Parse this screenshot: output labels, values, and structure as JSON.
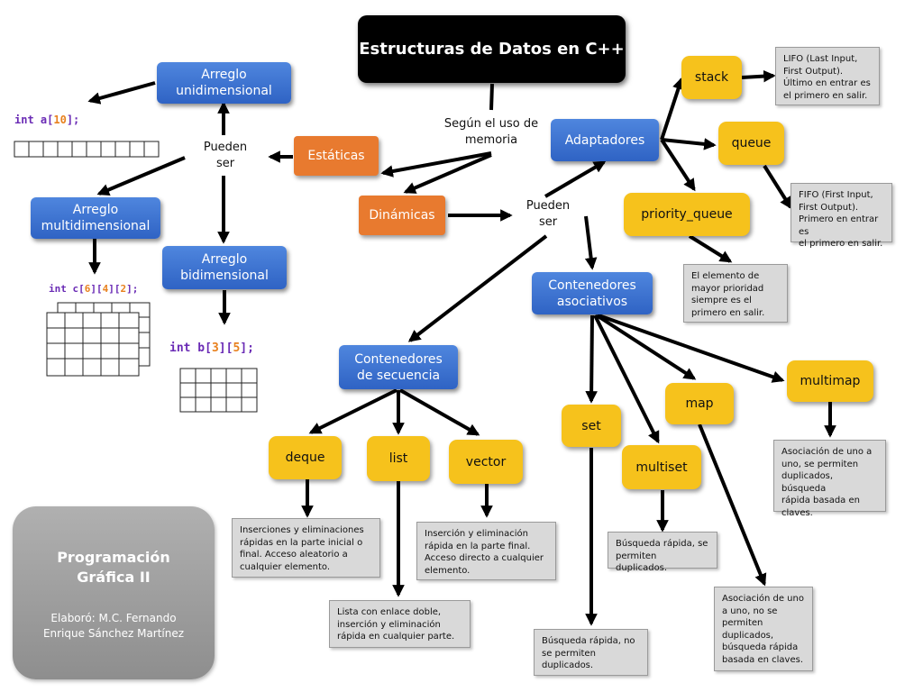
{
  "title": "Estructuras de Datos en C++",
  "labels": {
    "segun_uso": "Según el uso de\nmemoria",
    "pueden_ser_left": "Pueden\nser",
    "pueden_ser_right": "Pueden\nser"
  },
  "nodes": {
    "estaticas": "Estáticas",
    "dinamicas": "Dinámicas",
    "arreglo_uni": "Arreglo\nunidimensional",
    "arreglo_multi": "Arreglo\nmultidimensional",
    "arreglo_bi": "Arreglo\nbidimensional",
    "adaptadores": "Adaptadores",
    "cont_secuencia": "Contenedores\nde secuencia",
    "cont_asociativos": "Contenedores\nasociativos",
    "stack": "stack",
    "queue": "queue",
    "priority_queue": "priority_queue",
    "deque": "deque",
    "list": "list",
    "vector": "vector",
    "set": "set",
    "multiset": "multiset",
    "map": "map",
    "multimap": "multimap"
  },
  "notes": {
    "stack": "LIFO (Last Input,\nFirst Output).\nÚltimo en entrar es\nel primero en salir.",
    "queue": "FIFO (First Input,\nFirst Output).\nPrimero en entrar es\nel primero en salir.",
    "priority_queue": "El elemento de\nmayor prioridad\nsiempre es el\nprimero en salir.",
    "deque": "Inserciones y eliminaciones\nrápidas en la parte inicial o\nfinal. Acceso aleatorio a\ncualquier elemento.",
    "list": "Lista con enlace doble,\ninserción y eliminación\nrápida en cualquier parte.",
    "vector": "Inserción y eliminación\nrápida en la parte final.\nAcceso directo a cualquier\nelemento.",
    "set": "Búsqueda rápida, no\nse permiten\nduplicados.",
    "multiset": "Búsqueda rápida, se\npermiten duplicados.",
    "map": "Asociación de uno\na uno, no se\npermiten\nduplicados,\nbúsqueda rápida\nbasada en claves.",
    "multimap": "Asociación de uno a\nuno, se permiten\nduplicados, búsqueda\nrápida basada en\nclaves."
  },
  "code": {
    "a_kw": "int a[",
    "a_n": "10",
    "a_end": "];",
    "c_kw": "int c[",
    "c_n1": "6",
    "c_mid1": "][",
    "c_n2": "4",
    "c_mid2": "][",
    "c_n3": "2",
    "c_end": "];",
    "b_kw": "int b[",
    "b_n1": "3",
    "b_mid": "][",
    "b_n2": "5",
    "b_end": "];"
  },
  "credit": {
    "course": "Programación\nGráfica II",
    "author": "Elaboró: M.C. Fernando\nEnrique Sánchez Martínez"
  },
  "colors": {
    "title_bg": "#000000",
    "blue": "#3a6fd0",
    "orange": "#e87a2f",
    "yellow": "#f6c21c",
    "note_bg": "#d9d9d9",
    "credit_bg": "#9e9e9e",
    "code_keyword": "#6a2bb5",
    "code_number": "#e8811e"
  }
}
